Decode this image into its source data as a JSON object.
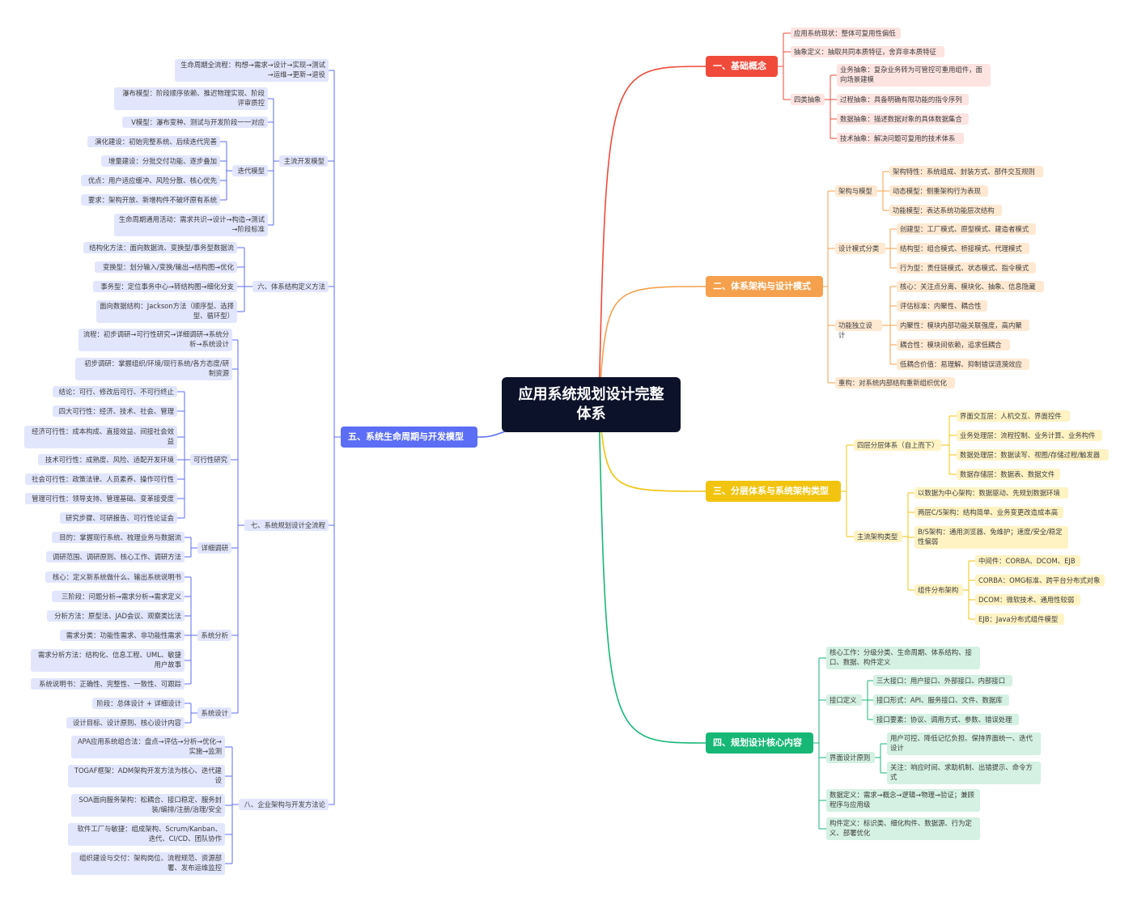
{
  "colors": {
    "red": "#ef4a3a",
    "orange": "#f5a04c",
    "yellow": "#f2c40f",
    "green": "#17b775",
    "blue": "#5b6ef5",
    "root": "#0c1229"
  },
  "root": "应用系统规划设计完整体系",
  "b1": {
    "title": "一、基础概念",
    "c1": "应用系统现状：整体可复用性偏低",
    "c2": "抽象定义：抽取共同本质特征，舍弃非本质特征",
    "c3": "四类抽象",
    "c3_1": "业务抽象：复杂业务转为可管控可重用组件，面向场景建模",
    "c3_2": "过程抽象：具备明确有限功能的指令序列",
    "c3_3": "数据抽象：描述数据对象的具体数据集合",
    "c3_4": "技术抽象：解决问题可复用的技术体系"
  },
  "b2": {
    "title": "二、体系架构与设计模式",
    "a": "架构与模型",
    "a1": "架构特性：系统组成、封装方式、部件交互规则",
    "a2": "动态模型：侧重架构行为表现",
    "a3": "功能模型：表达系统功能层次结构",
    "b": "设计模式分类",
    "b1": "创建型：工厂模式、原型模式、建造者模式",
    "b2": "结构型：组合模式、桥接模式、代理模式",
    "b3": "行为型：责任链模式、状态模式、指令模式",
    "c": "功能独立设计",
    "c1": "核心：关注点分离、模块化、抽象、信息隐藏",
    "c2": "评估标准：内聚性、耦合性",
    "c3": "内聚性：模块内部功能关联强度，高内聚",
    "c4": "耦合性：模块间依赖，追求低耦合",
    "c5": "低耦合价值：易理解、抑制错误涟漪效应",
    "d": "重构：对系统内部结构重新组织优化"
  },
  "b3": {
    "title": "三、分层体系与系统架构类型",
    "a": "四层分层体系（自上而下）",
    "a1": "界面交互层：人机交互、界面控件",
    "a2": "业务处理层：流程控制、业务计算、业务构件",
    "a3": "数据处理层：数据读写、视图/存储过程/触发器",
    "a4": "数据存储层：数据表、数据文件",
    "b": "主流架构类型",
    "b1": "以数据为中心架构：数据驱动、先规划数据环境",
    "b2": "两层C/S架构：结构简单、业务变更改造成本高",
    "b3": "B/S架构：通用浏览器、免维护；速度/安全/稳定性偏弱",
    "b4": "组件分布架构",
    "b4_1": "中间件：CORBA、DCOM、EJB",
    "b4_2": "CORBA：OMG标准、跨平台分布式对象",
    "b4_3": "DCOM：微软技术、通用性较弱",
    "b4_4": "EJB：Java分布式组件模型"
  },
  "b4": {
    "title": "四、规划设计核心内容",
    "a": "核心工作：分级分类、生命周期、体系结构、接口、数据、构件定义",
    "b": "接口定义",
    "b1": "三大接口：用户接口、外部接口、内部接口",
    "b2": "接口形式：API、服务接口、文件、数据库",
    "b3": "接口要素：协议、调用方式、参数、错误处理",
    "c": "界面设计原则",
    "c1": "用户可控、降低记忆负担、保持界面统一、迭代设计",
    "c2": "关注：响应时间、求助机制、出错提示、命令方式",
    "d": "数据定义：需求→概念→逻辑→物理→验证；兼顾程序与应用级",
    "e": "构件定义：标识类、细化构件、数据源、行为定义、部署优化"
  },
  "b5": {
    "title": "五、系统生命周期与开发模型",
    "lc": "生命周期全流程：构想→需求→设计→实现→测试→运维→更新→退役",
    "m": "主流开发模型",
    "m1": "瀑布模型：阶段顺序依赖、推迟物理实现、阶段评审质控",
    "m2": "V模型：瀑布变种、测试与开发阶段一一对应",
    "m3": "迭代模型",
    "m3_1": "演化建设：初始完整系统、后续迭代完善",
    "m3_2": "增量建设：分批交付功能、逐步叠加",
    "m3_3": "优点：用户适应缓冲、风险分散、核心优先",
    "m3_4": "要求：架构开放、新增构件不破坏原有系统",
    "m4": "生命周期通用活动：需求共识→设计→构造→测试→阶段标准",
    "s": "六、体系结构定义方法",
    "s1": "结构化方法：面向数据流、变换型/事务型数据流",
    "s2": "变换型：划分输入/变换/输出→结构图→优化",
    "s3": "事务型：定位事务中心→转结构图→细化分支",
    "s4": "面向数据结构：Jackson方法（顺序型、选择型、循环型）",
    "p": "七、系统规划设计全流程",
    "p1": "流程：初步调研→可行性研究→详细调研→系统分析→系统设计",
    "p2": "初步调研：掌握组织/环境/现行系统/各方态度/研制资源",
    "f": "可行性研究",
    "f1": "结论：可行、修改后可行、不可行终止",
    "f2": "四大可行性：经济、技术、社会、管理",
    "f3": "经济可行性：成本构成、直接效益、间接社会效益",
    "f4": "技术可行性：成熟度、风险、适配开发环境",
    "f5": "社会可行性：政策法律、人员素养、操作可行性",
    "f6": "管理可行性：领导支持、管理基础、变革接受度",
    "f7": "研究步骤、可研报告、可行性论证会",
    "d": "详细调研",
    "d1": "目的：掌握现行系统、梳理业务与数据流",
    "d2": "调研范围、调研原则、核心工作、调研方法",
    "an": "系统分析",
    "an1": "核心：定义新系统做什么、输出系统说明书",
    "an2": "三阶段：问题分析→需求分析→需求定义",
    "an3": "分析方法：原型法、JAD会议、观察类比法",
    "an4": "需求分类：功能性需求、非功能性需求",
    "an5": "需求分析方法：结构化、信息工程、UML、敏捷用户故事",
    "an6": "系统说明书：正确性、完整性、一致性、可跟踪",
    "sd": "系统设计",
    "sd1": "阶段：总体设计 + 详细设计",
    "sd2": "设计目标、设计原则、核心设计内容",
    "e": "八、企业架构与开发方法论",
    "e1": "APA应用系统组合法：盘点→评估→分析→优化→实施→监测",
    "e2": "TOGAF框架：ADM架构开发方法为核心、迭代建设",
    "e3": "SOA面向服务架构：松耦合、接口稳定、服务封装/编排/注册/治理/安全",
    "e4": "软件工厂与敏捷：组成架构、Scrum/Kanban、迭代、CI/CD、团队协作",
    "e5": "组织建设与交付：架构岗位、流程规范、资源部署、发布运维监控"
  }
}
